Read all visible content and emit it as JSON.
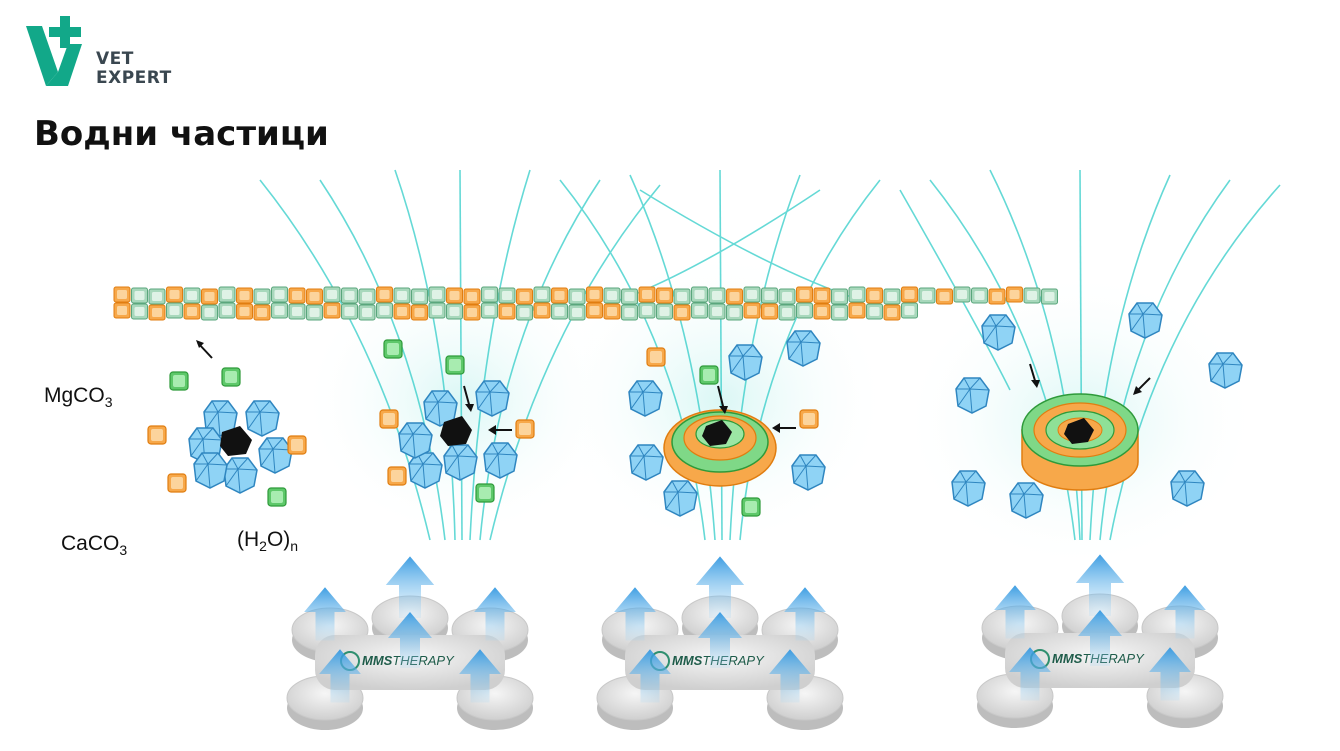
{
  "logo": {
    "line1": "VET",
    "line2": "EXPERT",
    "brand_color": "#12a889"
  },
  "title": "Водни частици",
  "labels": {
    "mgco3": {
      "base": "MgCO",
      "sub": "3"
    },
    "caco3": {
      "base": "CaCO",
      "sub": "3"
    },
    "water": {
      "prefix": "(H",
      "sub1": "2",
      "mid": "O)",
      "sub2": "n"
    }
  },
  "device_brand": {
    "bold": "MMS",
    "rest": "THERAPY",
    "color": "#1f5c4a"
  },
  "colors": {
    "field_lines": "#3fd0cc",
    "water_cluster": "#6cc6f0",
    "calcium": "#f7a84a",
    "magnesium": "#5ec86a",
    "scale": "#a8d8bc",
    "arrow_up": "#4aa8e6",
    "device": "#dcdcdc"
  },
  "icons": [
    "arrow-icon",
    "up-arrow-icon",
    "water-cluster-icon",
    "mineral-cube-icon"
  ]
}
